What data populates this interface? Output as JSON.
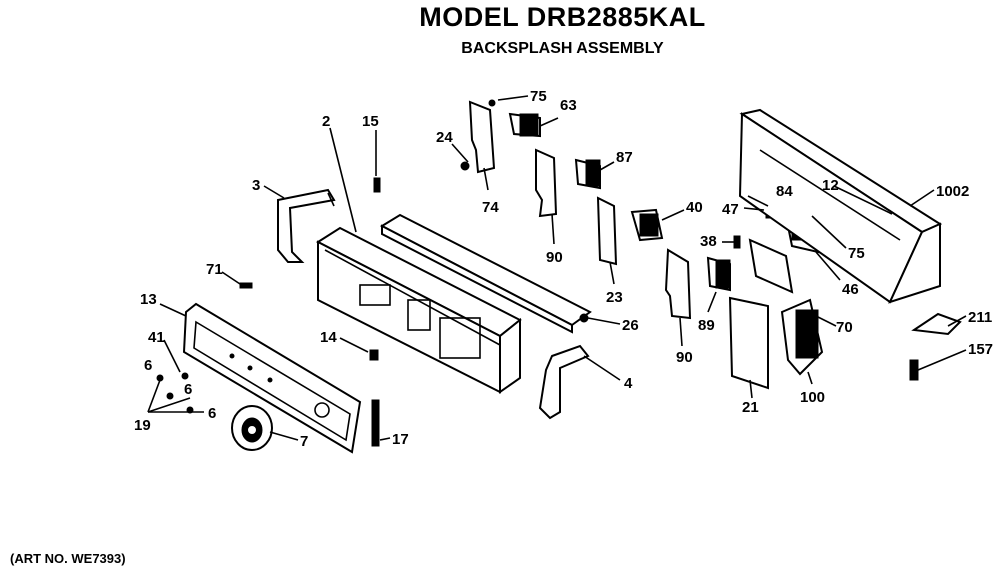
{
  "header": {
    "title": "MODEL DRB2885KAL",
    "subtitle": "BACKSPLASH ASSEMBLY"
  },
  "footer": {
    "art_no": "(ART NO. WE7393)"
  },
  "callouts": [
    {
      "id": "c75a",
      "text": "75"
    },
    {
      "id": "c63",
      "text": "63"
    },
    {
      "id": "c24",
      "text": "24"
    },
    {
      "id": "c74",
      "text": "74"
    },
    {
      "id": "c15",
      "text": "15"
    },
    {
      "id": "c2",
      "text": "2"
    },
    {
      "id": "c3",
      "text": "3"
    },
    {
      "id": "c87",
      "text": "87"
    },
    {
      "id": "c90a",
      "text": "90"
    },
    {
      "id": "c40",
      "text": "40"
    },
    {
      "id": "c23",
      "text": "23"
    },
    {
      "id": "c71",
      "text": "71"
    },
    {
      "id": "c13",
      "text": "13"
    },
    {
      "id": "c41",
      "text": "41"
    },
    {
      "id": "c6a",
      "text": "6"
    },
    {
      "id": "c6b",
      "text": "6"
    },
    {
      "id": "c6c",
      "text": "6"
    },
    {
      "id": "c19",
      "text": "19"
    },
    {
      "id": "c14",
      "text": "14"
    },
    {
      "id": "c26",
      "text": "26"
    },
    {
      "id": "c7",
      "text": "7"
    },
    {
      "id": "c17",
      "text": "17"
    },
    {
      "id": "c4",
      "text": "4"
    },
    {
      "id": "c12",
      "text": "12"
    },
    {
      "id": "c1002",
      "text": "1002"
    },
    {
      "id": "c84",
      "text": "84"
    },
    {
      "id": "c47",
      "text": "47"
    },
    {
      "id": "c38",
      "text": "38"
    },
    {
      "id": "c75b",
      "text": "75"
    },
    {
      "id": "c46",
      "text": "46"
    },
    {
      "id": "c89",
      "text": "89"
    },
    {
      "id": "c90b",
      "text": "90"
    },
    {
      "id": "c70",
      "text": "70"
    },
    {
      "id": "c21",
      "text": "21"
    },
    {
      "id": "c100",
      "text": "100"
    },
    {
      "id": "c211",
      "text": "211"
    },
    {
      "id": "c157",
      "text": "157"
    }
  ]
}
